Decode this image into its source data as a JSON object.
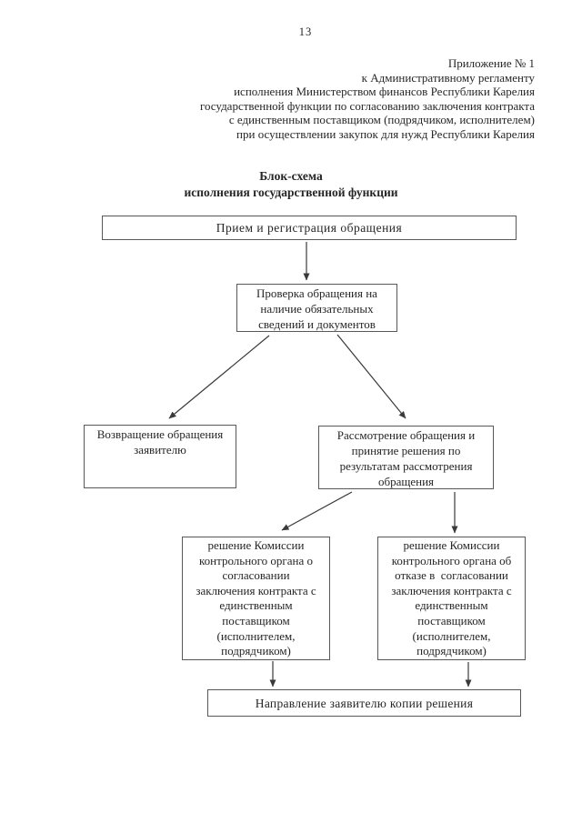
{
  "page": {
    "number": "13"
  },
  "header": {
    "lines": [
      "Приложение № 1",
      "к Административному регламенту",
      "исполнения Министерством финансов Республики Карелия",
      "государственной функции по согласованию заключения контракта",
      "с единственным поставщиком (подрядчиком, исполнителем)",
      "при осуществлении закупок для нужд Республики Карелия"
    ]
  },
  "title": {
    "line1": "Блок-схема",
    "line2": "исполнения государственной функции"
  },
  "flowchart": {
    "nodes": [
      {
        "id": "receive",
        "text": "Прием и регистрация обращения"
      },
      {
        "id": "check",
        "text": "Проверка обращения на\nналичие обязательных\nсведений и документов"
      },
      {
        "id": "return-to-applicant",
        "text": "Возвращение обращения\nзаявителю"
      },
      {
        "id": "consider",
        "text": "Рассмотрение обращения и\nпринятие решения по\nрезультатам рассмотрения\nобращения"
      },
      {
        "id": "decision-approve",
        "text": "решение Комиссии\nконтрольного органа о\nсогласовании\nзаключения контракта с\nединственным\nпоставщиком\n(исполнителем,\nподрядчиком)"
      },
      {
        "id": "decision-refuse",
        "text": "решение Комиссии\nконтрольного органа об\nотказе в  согласовании\nзаключения контракта с\nединственным\nпоставщиком\n(исполнителем,\nподрядчиком)"
      },
      {
        "id": "send-copy",
        "text": "Направление заявителю копии решения"
      }
    ],
    "edges": [
      {
        "from": "receive",
        "to": "check"
      },
      {
        "from": "check",
        "to": "return-to-applicant"
      },
      {
        "from": "check",
        "to": "consider"
      },
      {
        "from": "consider",
        "to": "decision-approve"
      },
      {
        "from": "consider",
        "to": "decision-refuse"
      },
      {
        "from": "decision-approve",
        "to": "send-copy"
      },
      {
        "from": "decision-refuse",
        "to": "send-copy"
      }
    ]
  },
  "colors": {
    "ink": "#262626",
    "box_border": "#585858",
    "arrow": "#3a3a3a",
    "paper": "#ffffff"
  }
}
